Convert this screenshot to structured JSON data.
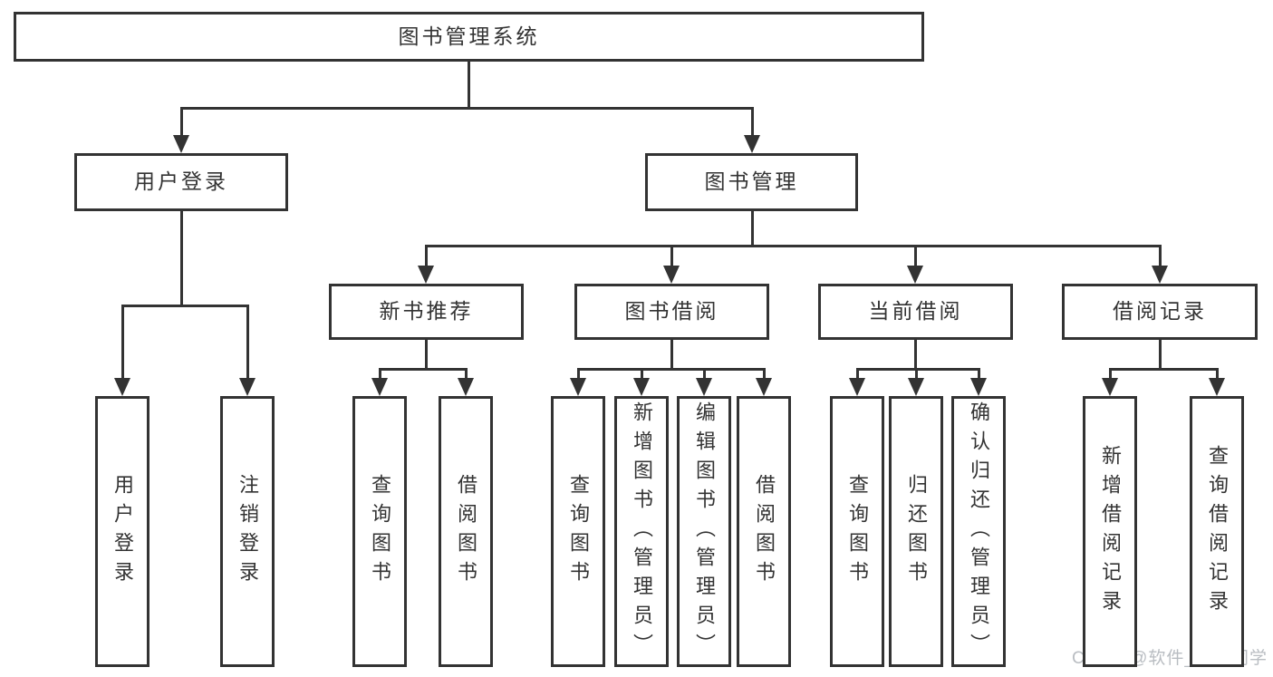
{
  "diagram": {
    "title": "图书管理系统",
    "type": "tree-structure-chart",
    "nodes": [
      {
        "id": "root",
        "label": "图书管理系统",
        "level": 0,
        "parent": null
      },
      {
        "id": "user-login",
        "label": "用户登录",
        "level": 1,
        "parent": "root"
      },
      {
        "id": "book-management",
        "label": "图书管理",
        "level": 1,
        "parent": "root"
      },
      {
        "id": "new-book-recommend",
        "label": "新书推荐",
        "level": 2,
        "parent": "book-management"
      },
      {
        "id": "book-borrowing",
        "label": "图书借阅",
        "level": 2,
        "parent": "book-management"
      },
      {
        "id": "current-borrowing",
        "label": "当前借阅",
        "level": 2,
        "parent": "book-management"
      },
      {
        "id": "borrowing-records",
        "label": "借阅记录",
        "level": 2,
        "parent": "book-management"
      },
      {
        "id": "user-login-leaf",
        "label": "用户登录",
        "level": 3,
        "parent": "user-login"
      },
      {
        "id": "logout",
        "label": "注销登录",
        "level": 3,
        "parent": "user-login"
      },
      {
        "id": "query-books-recommend",
        "label": "查询图书",
        "level": 3,
        "parent": "new-book-recommend"
      },
      {
        "id": "borrow-books-recommend",
        "label": "借阅图书",
        "level": 3,
        "parent": "new-book-recommend"
      },
      {
        "id": "query-books-borrowing",
        "label": "查询图书",
        "level": 3,
        "parent": "book-borrowing"
      },
      {
        "id": "add-books-admin",
        "label": "新增图书（管理员）",
        "level": 3,
        "parent": "book-borrowing"
      },
      {
        "id": "edit-books-admin",
        "label": "编辑图书（管理员）",
        "level": 3,
        "parent": "book-borrowing"
      },
      {
        "id": "borrow-books-borrowing",
        "label": "借阅图书",
        "level": 3,
        "parent": "book-borrowing"
      },
      {
        "id": "query-books-current",
        "label": "查询图书",
        "level": 3,
        "parent": "current-borrowing"
      },
      {
        "id": "return-books",
        "label": "归还图书",
        "level": 3,
        "parent": "current-borrowing"
      },
      {
        "id": "confirm-return-admin",
        "label": "确认归还（管理员）",
        "level": 3,
        "parent": "current-borrowing"
      },
      {
        "id": "add-borrow-record",
        "label": "新增借阅记录",
        "level": 3,
        "parent": "borrowing-records"
      },
      {
        "id": "query-borrow-record",
        "label": "查询借阅记录",
        "level": 3,
        "parent": "borrowing-records"
      }
    ],
    "colors": {
      "line": "#333333",
      "text": "#333333",
      "background": "#ffffff"
    }
  },
  "watermark": {
    "text": "CSDN @软件_小贺同学",
    "color": "#b9bdc2"
  }
}
